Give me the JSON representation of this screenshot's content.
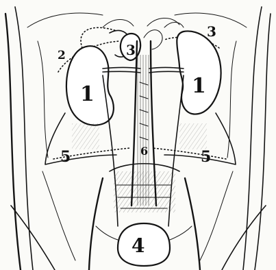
{
  "figure": {
    "labels": {
      "kidney_left": "1",
      "kidney_right": "1",
      "label_2": "2",
      "label_3_left": "3",
      "label_3_right": "3",
      "label_4": "4",
      "label_5_left": "5",
      "label_5_right": "5",
      "label_6": "6"
    }
  }
}
